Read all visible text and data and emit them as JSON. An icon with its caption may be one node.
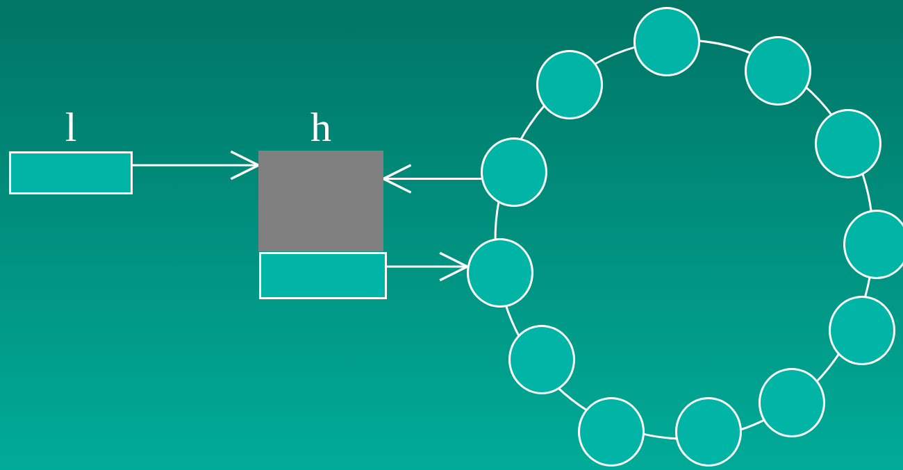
{
  "diagram": {
    "nodes": [
      {
        "text": [
          "l"
        ]
      },
      {
        "text": [
          "h"
        ]
      },
      {
        "text": [],
        "shape": "box"
      },
      {
        "text": [],
        "shape": "circle"
      },
      {
        "text": [],
        "shape": "circle"
      },
      {
        "text": [],
        "shape": "circle"
      },
      {
        "text": [],
        "shape": "circle"
      },
      {
        "text": [],
        "shape": "circle"
      },
      {
        "text": [],
        "shape": "circle"
      },
      {
        "text": [],
        "shape": "circle"
      },
      {
        "text": [],
        "shape": "circle"
      },
      {
        "text": [],
        "shape": "circle"
      },
      {
        "text": [],
        "shape": "circle"
      },
      {
        "text": [],
        "shape": "circle"
      },
      {
        "text": [],
        "shape": "circle"
      }
    ],
    "edges": [
      {
        "from": 0,
        "to": 1,
        "arrow": "to"
      },
      {
        "from": 14,
        "to": 1,
        "arrow": "to"
      },
      {
        "from": 2,
        "to": 13,
        "arrow": "to"
      },
      {
        "from": 3,
        "to": 4,
        "arrow": "none"
      },
      {
        "from": 4,
        "to": 5,
        "arrow": "none"
      },
      {
        "from": 5,
        "to": 6,
        "arrow": "none"
      },
      {
        "from": 6,
        "to": 7,
        "arrow": "none"
      },
      {
        "from": 7,
        "to": 8,
        "arrow": "none"
      },
      {
        "from": 8,
        "to": 9,
        "arrow": "none"
      },
      {
        "from": 9,
        "to": 10,
        "arrow": "none"
      },
      {
        "from": 10,
        "to": 11,
        "arrow": "none"
      },
      {
        "from": 11,
        "to": 12,
        "arrow": "none"
      },
      {
        "from": 12,
        "to": 13,
        "arrow": "none"
      },
      {
        "from": 13,
        "to": 14,
        "arrow": "none"
      },
      {
        "from": 14,
        "to": 3,
        "arrow": "none"
      }
    ]
  }
}
